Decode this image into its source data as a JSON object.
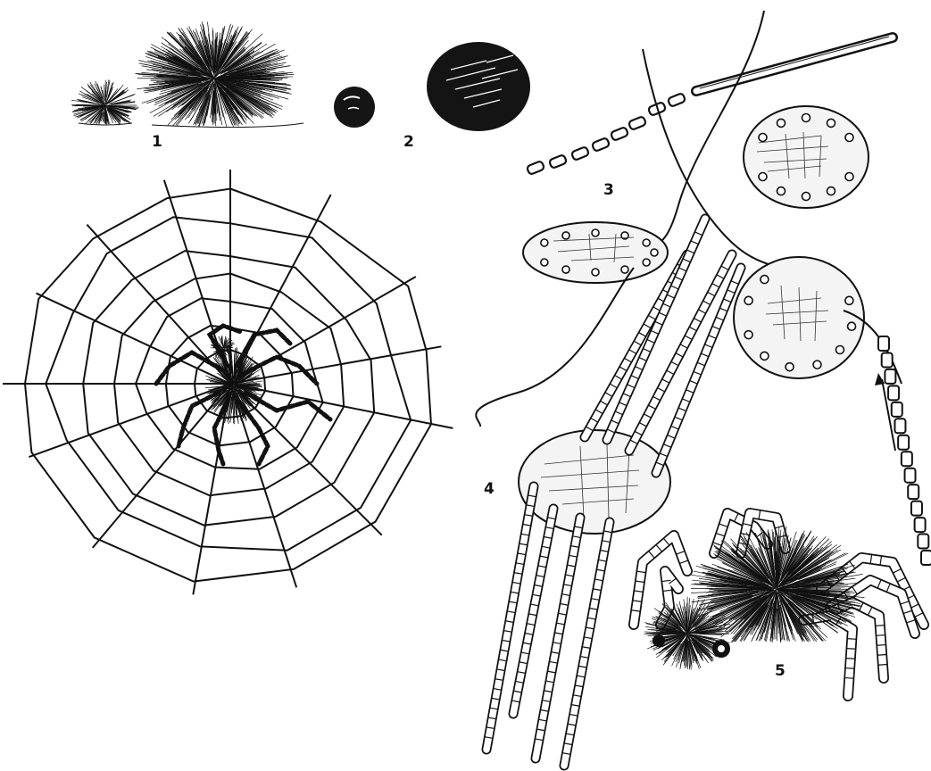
{
  "labels": {
    "l1": "1",
    "l2": "2",
    "l3": "3",
    "l4": "4",
    "l5": "5"
  },
  "colors": {
    "ink": "#111111",
    "paper": "#ffffff",
    "card": "#f4f4f4"
  }
}
